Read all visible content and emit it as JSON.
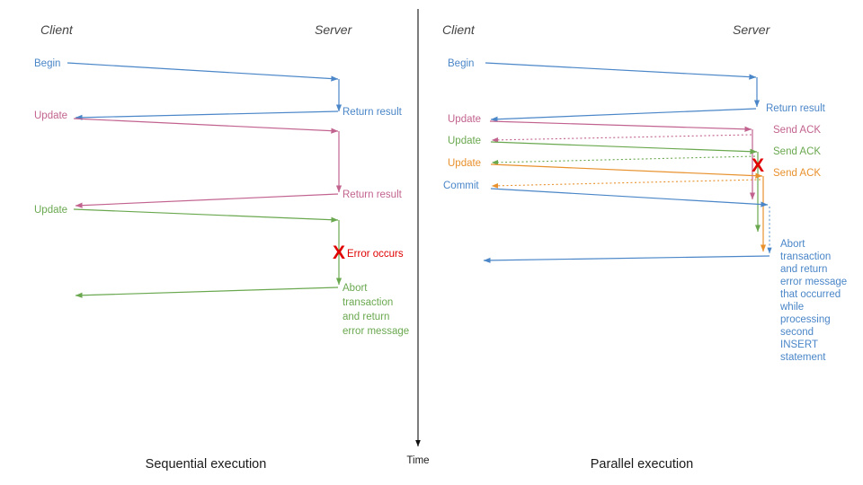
{
  "palette": {
    "blue": "#4a86c8",
    "pink": "#c2638f",
    "green": "#6aa84f",
    "orange": "#e8912d",
    "red": "#e00000",
    "divider": "#111111",
    "lifeline_text": "#444444",
    "title_text": "#1a1a1a"
  },
  "divider": {
    "name": "center-divider"
  },
  "time_axis": {
    "label": "Time"
  },
  "left_panel": {
    "title": "Sequential execution",
    "lifelines": {
      "client": "Client",
      "server": "Server"
    },
    "messages": [
      {
        "id": "begin",
        "label": "Begin",
        "color": "blue"
      },
      {
        "id": "return-1",
        "label": "Return result",
        "color": "blue"
      },
      {
        "id": "update-1",
        "label": "Update",
        "color": "pink"
      },
      {
        "id": "return-2",
        "label": "Return result",
        "color": "pink"
      },
      {
        "id": "update-2",
        "label": "Update",
        "color": "green"
      }
    ],
    "error": {
      "marker": "X",
      "label": "Error occurs",
      "color": "red"
    },
    "abort_note": {
      "color": "green",
      "lines": [
        "Abort",
        "transaction",
        "and return",
        "error message"
      ]
    }
  },
  "right_panel": {
    "title": "Parallel execution",
    "lifelines": {
      "client": "Client",
      "server": "Server"
    },
    "messages": [
      {
        "id": "begin",
        "label": "Begin",
        "color": "blue"
      },
      {
        "id": "return-1",
        "label": "Return result",
        "color": "blue"
      },
      {
        "id": "update-1",
        "label": "Update",
        "color": "pink"
      },
      {
        "id": "ack-1",
        "label": "Send ACK",
        "color": "pink"
      },
      {
        "id": "update-2",
        "label": "Update",
        "color": "green"
      },
      {
        "id": "ack-2",
        "label": "Send ACK",
        "color": "green"
      },
      {
        "id": "update-3",
        "label": "Update",
        "color": "orange"
      },
      {
        "id": "ack-3",
        "label": "Send ACK",
        "color": "orange"
      },
      {
        "id": "commit",
        "label": "Commit",
        "color": "blue"
      }
    ],
    "error": {
      "marker": "X",
      "color": "red"
    },
    "abort_note": {
      "color": "blue",
      "lines": [
        "Abort",
        "transaction",
        "and return",
        "error message",
        "that occurred",
        "while",
        "processing",
        "second",
        "INSERT",
        "statement"
      ]
    }
  }
}
